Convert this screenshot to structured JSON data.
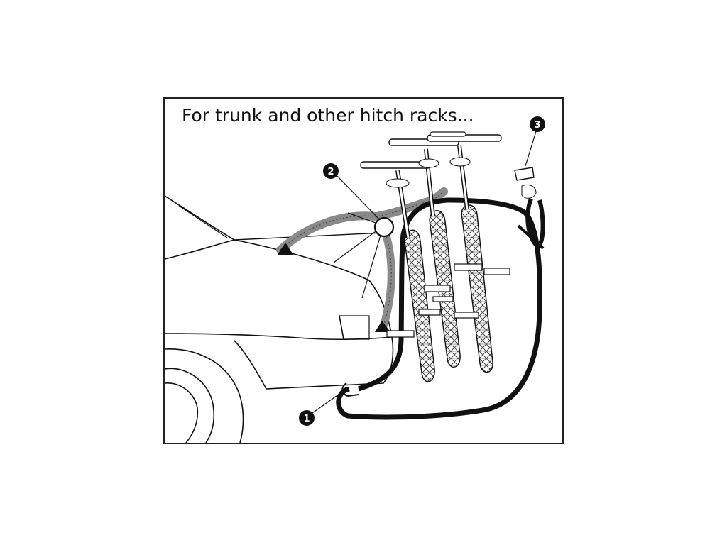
{
  "caption": "For trunk and other hitch racks...",
  "callouts": [
    {
      "id": "1",
      "label": "1"
    },
    {
      "id": "2",
      "label": "2"
    },
    {
      "id": "3",
      "label": "3"
    }
  ],
  "colors": {
    "line": "#111111",
    "strap_gray": "#8a8a8a",
    "background": "#ffffff"
  }
}
